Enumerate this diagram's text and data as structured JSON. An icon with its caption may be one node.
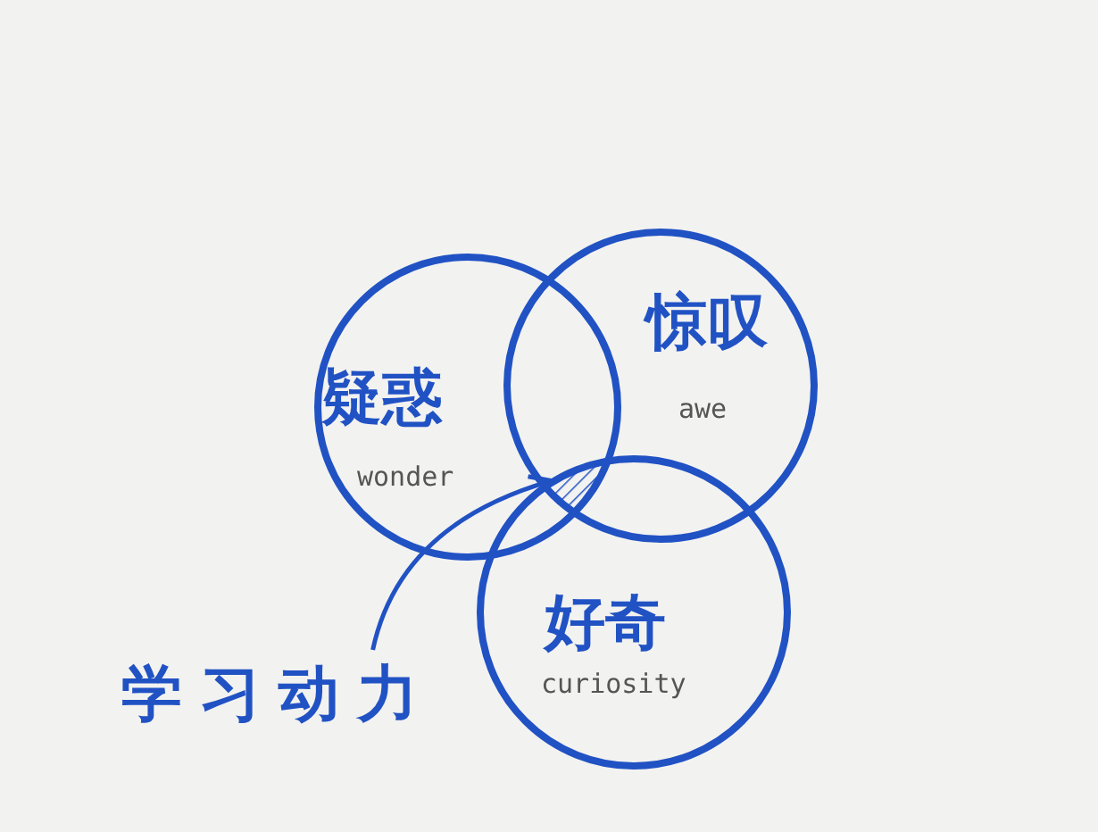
{
  "diagram": {
    "nodes": [
      {
        "text": [
          "疑惑",
          "wonder"
        ]
      },
      {
        "text": [
          "惊叹",
          "awe"
        ]
      },
      {
        "text": [
          "好奇",
          "curiosity"
        ]
      },
      {
        "text": [
          "学习动力"
        ]
      },
      {
        "text": [],
        "shape": "hatching"
      }
    ],
    "edges": [
      {
        "from": 3,
        "to": 4,
        "arrow": "to"
      }
    ]
  }
}
